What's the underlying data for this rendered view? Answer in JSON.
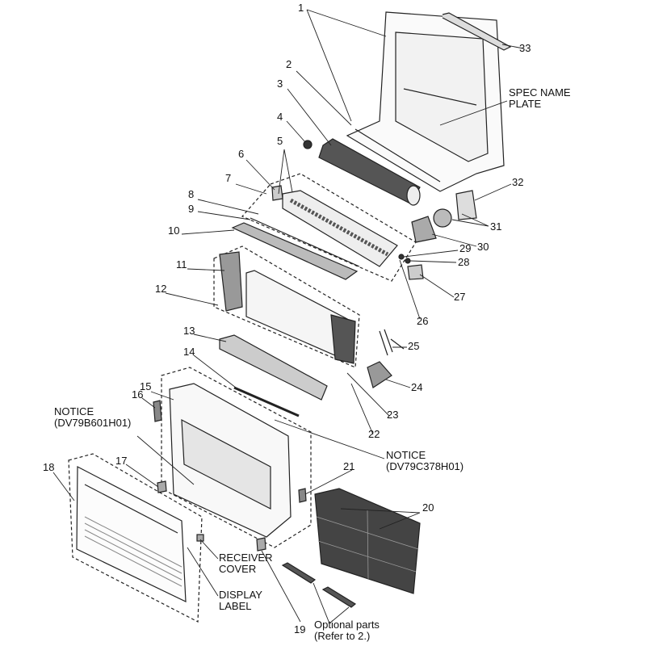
{
  "title": "Exploded parts diagram",
  "part_numbers": {
    "p1": "1",
    "p2": "2",
    "p3": "3",
    "p4": "4",
    "p5": "5",
    "p6": "6",
    "p7": "7",
    "p8": "8",
    "p9": "9",
    "p10": "10",
    "p11": "11",
    "p12": "12",
    "p13": "13",
    "p14": "14",
    "p15": "15",
    "p16": "16",
    "p17": "17",
    "p18": "18",
    "p19": "19",
    "p20": "20",
    "p21": "21",
    "p22": "22",
    "p23": "23",
    "p24": "24",
    "p25": "25",
    "p26": "26",
    "p27": "27",
    "p28": "28",
    "p29": "29",
    "p30": "30",
    "p31": "31",
    "p32": "32",
    "p33": "33"
  },
  "callouts": {
    "spec_name_plate_1": "SPEC NAME",
    "spec_name_plate_2": "PLATE",
    "notice1_1": "NOTICE",
    "notice1_2": "(DV79B601H01)",
    "notice2_1": "NOTICE",
    "notice2_2": "(DV79C378H01)",
    "receiver_cover_1": "RECEIVER",
    "receiver_cover_2": "COVER",
    "display_label_1": "DISPLAY",
    "display_label_2": "LABEL",
    "optional_1": "Optional parts",
    "optional_2": "(Refer to 2.)"
  }
}
